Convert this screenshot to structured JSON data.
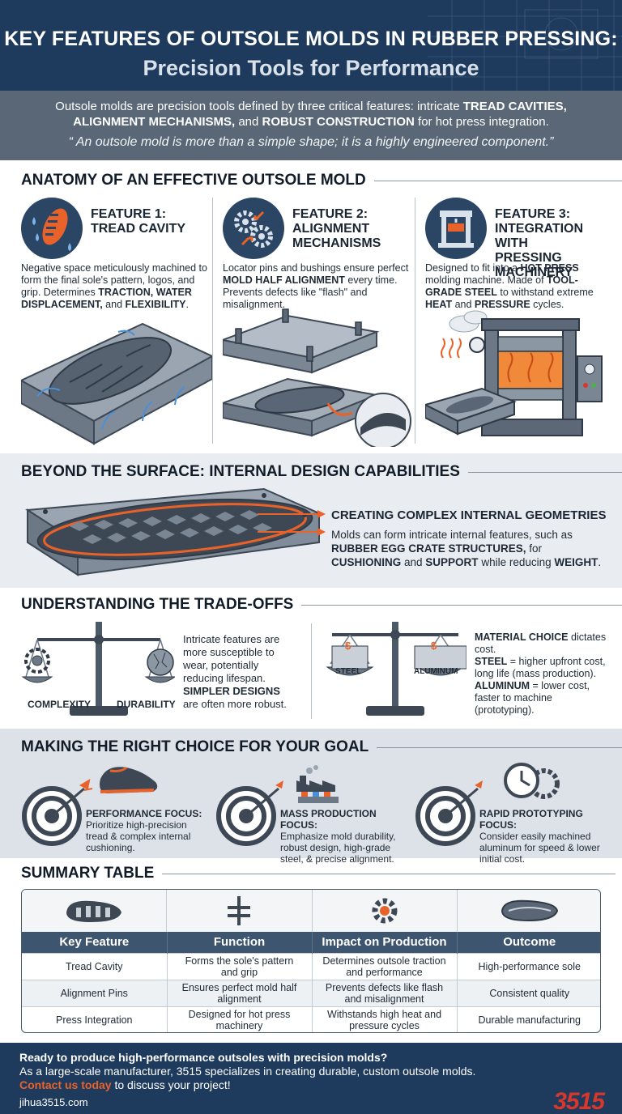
{
  "header": {
    "title": "KEY FEATURES OF OUTSOLE MOLDS IN RUBBER PRESSING:",
    "subtitle": "Precision Tools for Performance"
  },
  "intro": {
    "line1": "Outsole molds are precision tools defined by three critical features: intricate",
    "bold1": "TREAD CAVITIES,",
    "bold2": "ALIGNMENT MECHANISMS,",
    "and": "and",
    "bold3": "ROBUST CONSTRUCTION",
    "line2_end": "for hot press integration.",
    "quote": "“ An outsole mold is more than a simple shape; it is a highly engineered component.”"
  },
  "anatomy": {
    "title": "ANATOMY OF AN EFFECTIVE OUTSOLE MOLD",
    "features": [
      {
        "title_1": "FEATURE 1:",
        "title_2": "TREAD CAVITY",
        "title_3": "",
        "desc_a": "Negative space meticulously machined to form the final sole's pattern, logos, and grip. Determines ",
        "desc_b": "TRACTION, WATER DISPLACEMENT,",
        "desc_c": " and ",
        "desc_d": "FLEXIBILITY",
        "desc_e": "."
      },
      {
        "title_1": "FEATURE 2:",
        "title_2": "ALIGNMENT",
        "title_3": "MECHANISMS",
        "desc_a": "Locator pins and bushings ensure perfect ",
        "desc_b": "MOLD HALF ALIGNMENT",
        "desc_c": " every time. Prevents defects like \"flash\" and misalignment.",
        "desc_d": "",
        "desc_e": ""
      },
      {
        "title_1": "FEATURE 3:",
        "title_2": "INTEGRATION WITH",
        "title_3": "PRESSING",
        "title_4": "MACHINERY",
        "desc_a": "Designed to fit into a ",
        "desc_b": "HOT PRESS",
        "desc_c": " molding machine. Made of ",
        "desc_d": "TOOL-GRADE STEEL",
        "desc_e": " to withstand extreme ",
        "desc_f": "HEAT",
        "desc_g": " and ",
        "desc_h": "PRESSURE",
        "desc_i": " cycles."
      }
    ]
  },
  "internal": {
    "title": "BEYOND THE SURFACE: INTERNAL DESIGN CAPABILITIES",
    "cap_title": "CREATING COMPLEX INTERNAL GEOMETRIES",
    "desc_a": "Molds can form intricate internal features, such as ",
    "desc_b": "RUBBER EGG CRATE STRUCTURES,",
    "desc_c": " for ",
    "desc_d": "CUSHIONING",
    "desc_e": " and ",
    "desc_f": "SUPPORT",
    "desc_g": " while reducing ",
    "desc_h": "WEIGHT",
    "desc_i": "."
  },
  "tradeoffs": {
    "title": "UNDERSTANDING THE TRADE-OFFS",
    "left_label_1": "COMPLEXITY",
    "left_label_2": "DURABILITY",
    "left_text_a": "Intricate features are more susceptible to wear, potentially reducing lifespan. ",
    "left_text_b": "SIMPLER DESIGNS",
    "left_text_c": " are often more robust.",
    "right_label_1": "STEEL",
    "right_label_2": "ALUMINUM",
    "right_dollar": "$",
    "right_text_a": "MATERIAL CHOICE",
    "right_text_b": " dictates cost.",
    "right_text_c": "STEEL",
    "right_text_d": " = higher upfront cost, long life (mass production).",
    "right_text_e": "ALUMINUM",
    "right_text_f": " = lower cost, faster to machine (prototyping)."
  },
  "goals": {
    "title": "MAKING THE RIGHT CHOICE FOR YOUR GOAL",
    "items": [
      {
        "title": "PERFORMANCE FOCUS:",
        "text": "Prioritize high-precision tread & complex internal cushioning."
      },
      {
        "title": "MASS PRODUCTION FOCUS:",
        "text": "Emphasize mold durability, robust design, high-grade steel, & precise alignment."
      },
      {
        "title": "RAPID PROTOTYPING FOCUS:",
        "text": "Consider easily machined aluminum for speed & lower initial cost."
      }
    ]
  },
  "summary": {
    "title": "SUMMARY TABLE",
    "headers": [
      "Key Feature",
      "Function",
      "Impact on Production",
      "Outcome"
    ],
    "rows": [
      [
        "Tread Cavity",
        "Forms the sole's pattern and grip",
        "Determines outsole traction and performance",
        "High-performance sole"
      ],
      [
        "Alignment Pins",
        "Ensures perfect mold half alignment",
        "Prevents defects like flash and misalignment",
        "Consistent quality"
      ],
      [
        "Press Integration",
        "Designed for hot press machinery",
        "Withstands high heat and pressure cycles",
        "Durable manufacturing"
      ]
    ]
  },
  "footer": {
    "line1": "Ready to produce high-performance outsoles with precision molds?",
    "line2": "As a large-scale manufacturer, 3515 specializes in creating durable, custom outsole molds.",
    "cta": "Contact us today",
    "cta_rest": " to discuss your project!",
    "url": "jihua3515.com",
    "logo": "3515"
  },
  "colors": {
    "navy": "#1e3a5c",
    "orange": "#e8622a",
    "logo_red": "#d8372b"
  }
}
